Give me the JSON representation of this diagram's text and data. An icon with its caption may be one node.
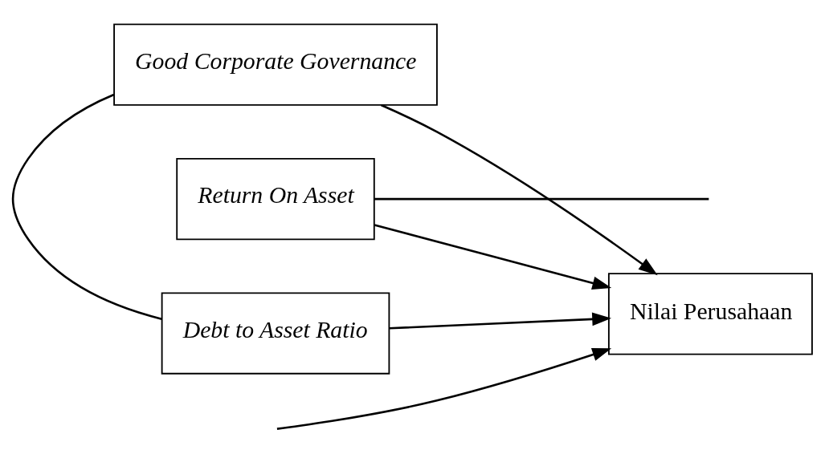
{
  "diagram": {
    "nodes": [
      {
        "text": [
          "Good Corporate Governance"
        ]
      },
      {
        "text": [
          "Return On Asset"
        ]
      },
      {
        "text": [
          "Debt to Asset Ratio"
        ]
      },
      {
        "text": [
          "Nilai Perusahaan"
        ]
      }
    ],
    "edges": [
      {
        "from": 0,
        "to": 3,
        "arrow": "to"
      },
      {
        "from": 1,
        "to": 3,
        "arrow": "to"
      },
      {
        "from": 2,
        "to": 3,
        "arrow": "to"
      },
      {
        "from": 0,
        "to": 2,
        "arrow": "none"
      },
      {
        "from": 1,
        "to": null,
        "arrow": "none"
      },
      {
        "from": null,
        "to": 3,
        "arrow": "to"
      }
    ]
  }
}
